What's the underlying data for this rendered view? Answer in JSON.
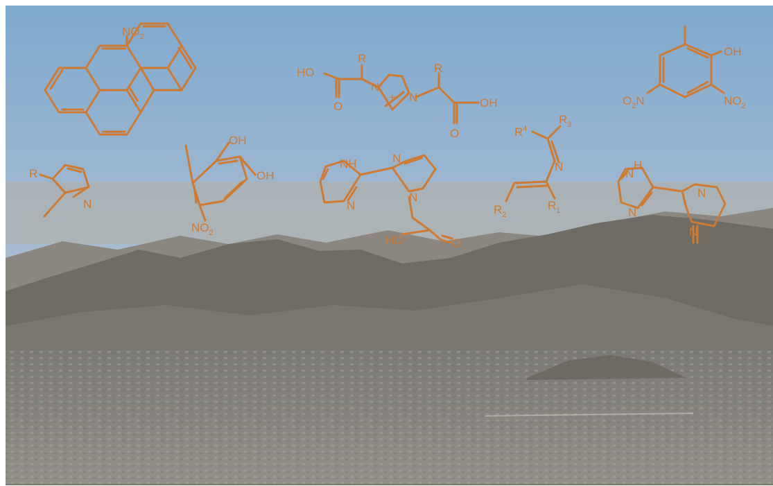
{
  "colors": {
    "structure": "#cf7a32",
    "sky_top": "#7fa9cf",
    "sky_mid": "#a9bdd0",
    "haze": "#b3b0a8",
    "mountains": "#6f6c66",
    "city": "#8d8c86",
    "frame": "#ffffff"
  },
  "molecules": {
    "nitro_bap": {
      "sub": "NO",
      "idx": "2"
    },
    "imidazolium": {
      "r1": "R",
      "r2": "R",
      "ho": "HO",
      "o1": "O",
      "n1": "N",
      "plus": "+",
      "n2": "N",
      "oh": "OH",
      "o2": "O"
    },
    "dinitrocresol": {
      "oh": "OH",
      "o2n": "O",
      "o2n_idx": "2",
      "o2n_n": "N",
      "no2": "NO",
      "no2_idx": "2"
    },
    "pyrrole": {
      "r": "R",
      "n": "N"
    },
    "nitrocatechol": {
      "oh1": "OH",
      "oh2": "OH",
      "no2": "NO",
      "no2_idx": "2"
    },
    "biimidazole_glycol": {
      "nh": "NH",
      "n1": "N",
      "n2": "N",
      "n3": "N",
      "ho": "HO",
      "o": "O"
    },
    "imine": {
      "r4": "R",
      "r4_idx": "4",
      "r3": "R",
      "r3_idx": "3",
      "n": "N",
      "r2": "R",
      "r2_idx": "2",
      "r1": "R",
      "r1_idx": "1"
    },
    "biimidazole_right": {
      "h": "H",
      "n1": "N",
      "n2": "N",
      "n3": "N",
      "n4": "N"
    }
  }
}
